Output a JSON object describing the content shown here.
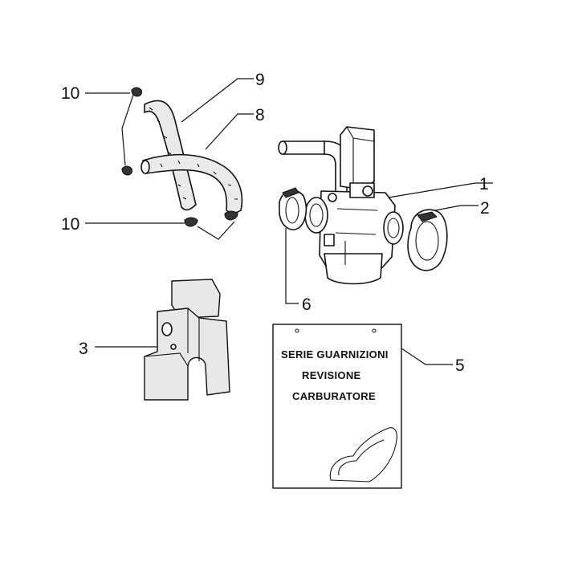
{
  "callouts": [
    {
      "id": "p10a",
      "text": "10"
    },
    {
      "id": "p9",
      "text": "9"
    },
    {
      "id": "p8",
      "text": "8"
    },
    {
      "id": "p10b",
      "text": "10"
    },
    {
      "id": "p1",
      "text": "1"
    },
    {
      "id": "p2",
      "text": "2"
    },
    {
      "id": "p6",
      "text": "6"
    },
    {
      "id": "p3",
      "text": "3"
    },
    {
      "id": "p5",
      "text": "5"
    }
  ],
  "kit_package": {
    "line1": "SERIE GUARNIZIONI",
    "line2": "REVISIONE",
    "line3": "CARBURATORE"
  }
}
